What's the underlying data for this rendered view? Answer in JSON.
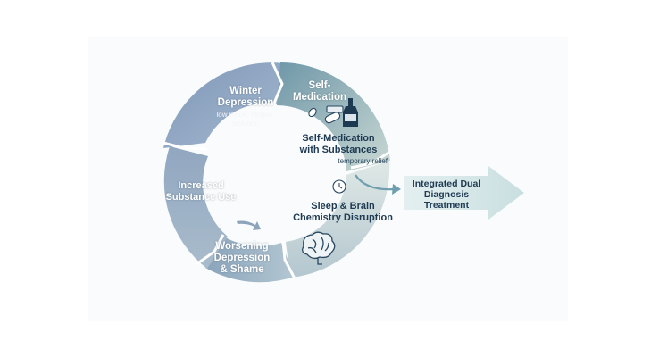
{
  "cycle": {
    "winter": {
      "title_1": "Winter",
      "title_2": "Depression",
      "sub_1": "low mood, fatigue,",
      "sub_2": "isolation"
    },
    "self_med": {
      "title_1": "Self-",
      "title_2": "Medication"
    },
    "substances": {
      "title_1": "Self-Medication",
      "title_2": "with Substances",
      "sub": "temporary relief"
    },
    "sleep": {
      "title_1": "Sleep & Brain",
      "title_2": "Chemistry Disruption"
    },
    "worsening": {
      "title_1": "Worsening",
      "title_2": "Depression",
      "title_3": "& Shame"
    },
    "increased": {
      "title_1": "Increased",
      "title_2": "Substance Use"
    }
  },
  "outcome": {
    "line_1": "Integrated Dual",
    "line_2": "Diagnosis",
    "line_3": "Treatment"
  },
  "icons": [
    "pills-icon",
    "bottle-icon",
    "moon-icon",
    "clock-icon",
    "brain-icon"
  ],
  "colors": {
    "segment_winter": "#8ca4c2",
    "segment_self_med": "#a9c4cb",
    "segment_sleep": "#b9cdd2",
    "segment_worsening": "#9ab3c3",
    "segment_increased": "#9fb3c6",
    "arrow": "#d6e7e8",
    "text_dark": "#1e3a52"
  }
}
